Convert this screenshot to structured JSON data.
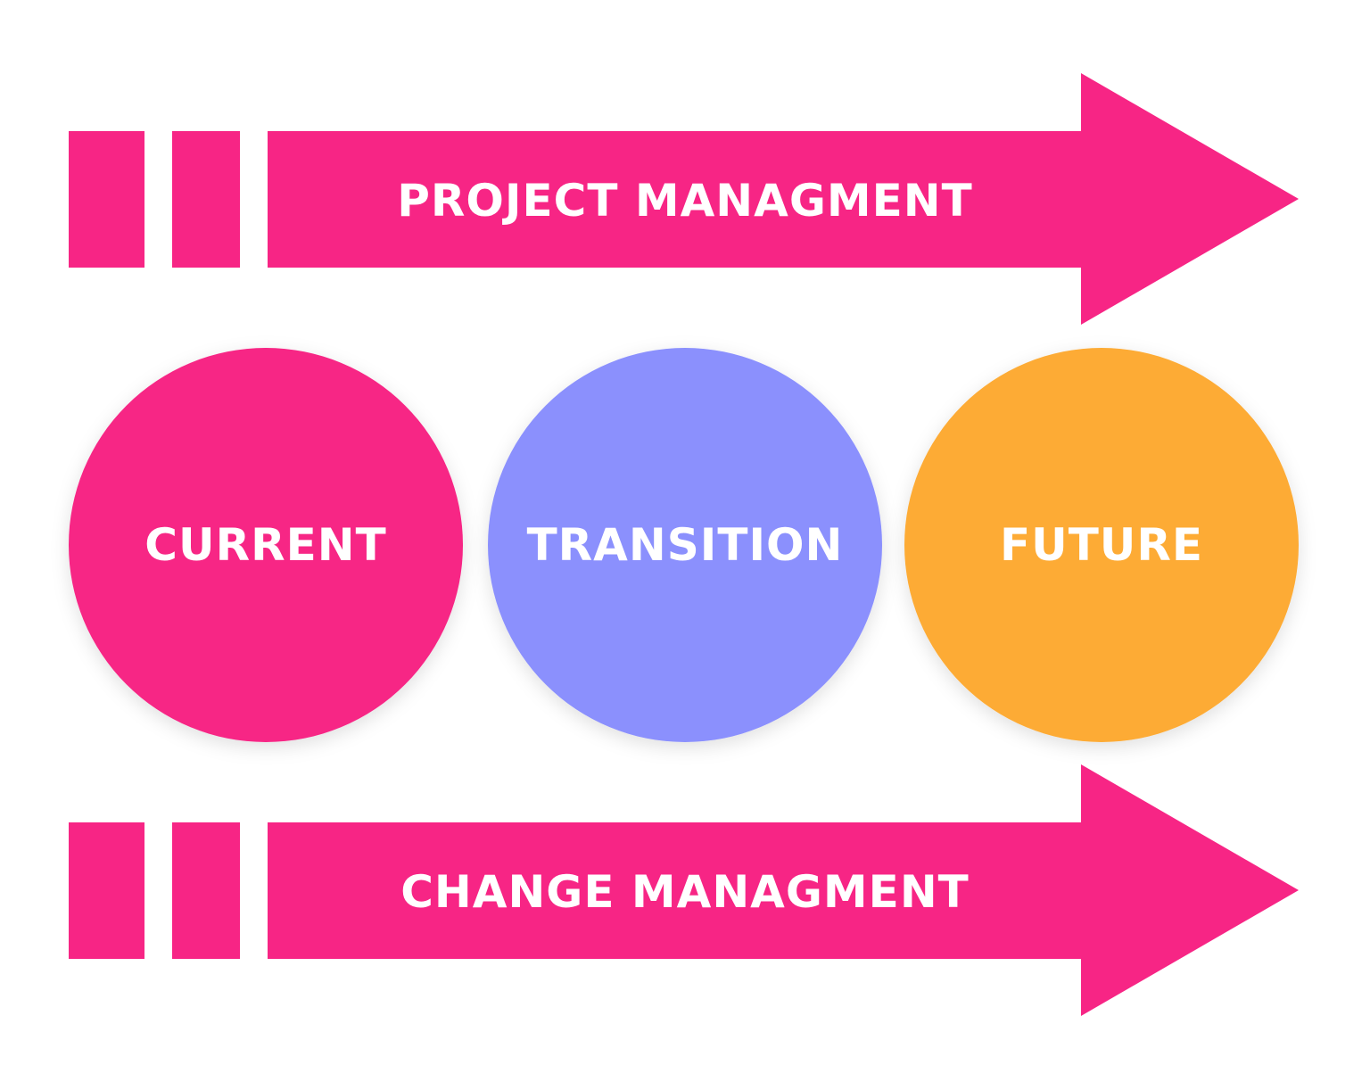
{
  "colors": {
    "background": "#ffffff",
    "arrow": "#f72585",
    "current": "#f72585",
    "transition": "#8b90fd",
    "future": "#fdab36",
    "text": "#ffffff"
  },
  "top_arrow": {
    "label": "PROJECT MANAGMENT"
  },
  "bottom_arrow": {
    "label": "CHANGE MANAGMENT"
  },
  "stages": [
    {
      "label": "CURRENT"
    },
    {
      "label": "TRANSITION"
    },
    {
      "label": "FUTURE"
    }
  ]
}
